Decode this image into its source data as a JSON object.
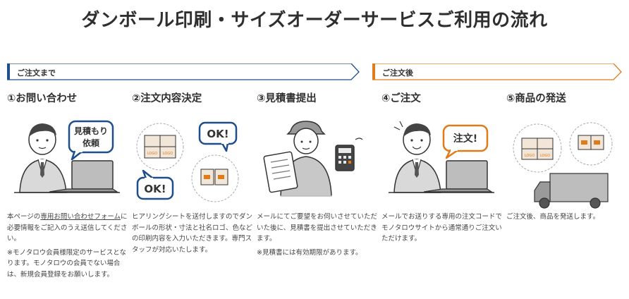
{
  "title": "ダンボール印刷・サイズオーダーサービスご利用の流れ",
  "phases": [
    {
      "label": "ご注文まで",
      "color": "#1f4e8c"
    },
    {
      "label": "ご注文後",
      "color": "#e07b1a"
    }
  ],
  "steps": [
    {
      "title": "①お問い合わせ",
      "bubble": "見積もり\n依頼",
      "text_link": "専用お問い合わせフォーム",
      "text_prefix": "本ページの",
      "text_suffix": "に必要情報をご記入のうえ送信してください。",
      "note": "※モノタロウ会員様限定のサービスとなります。モノタロウの会員でない場合は、新規会員登録をお願いします。"
    },
    {
      "title": "②注文内容決定",
      "bubble1": "OK!",
      "bubble2": "OK!",
      "box_label": "LOGO",
      "text": "ヒアリングシートを送付しますのでダンボールの形状・寸法と社名ロゴ、色などの印刷内容を入力いただきます。専門スタッフが対応いたします。"
    },
    {
      "title": "③見積書提出",
      "text": "メールにてご要望をお伺いさせていただいた後に、見積書を提出させていただきます。",
      "note": "※見積書には有効期限があります。"
    },
    {
      "title": "④ご注文",
      "bubble": "注文!",
      "text": "メールでお送りする専用の注文コードでモノタロウサイトから通常通りご注文いただけます。"
    },
    {
      "title": "⑤商品の発送",
      "box_label": "LOGO",
      "text": "ご注文後、商品を発送します。"
    }
  ]
}
